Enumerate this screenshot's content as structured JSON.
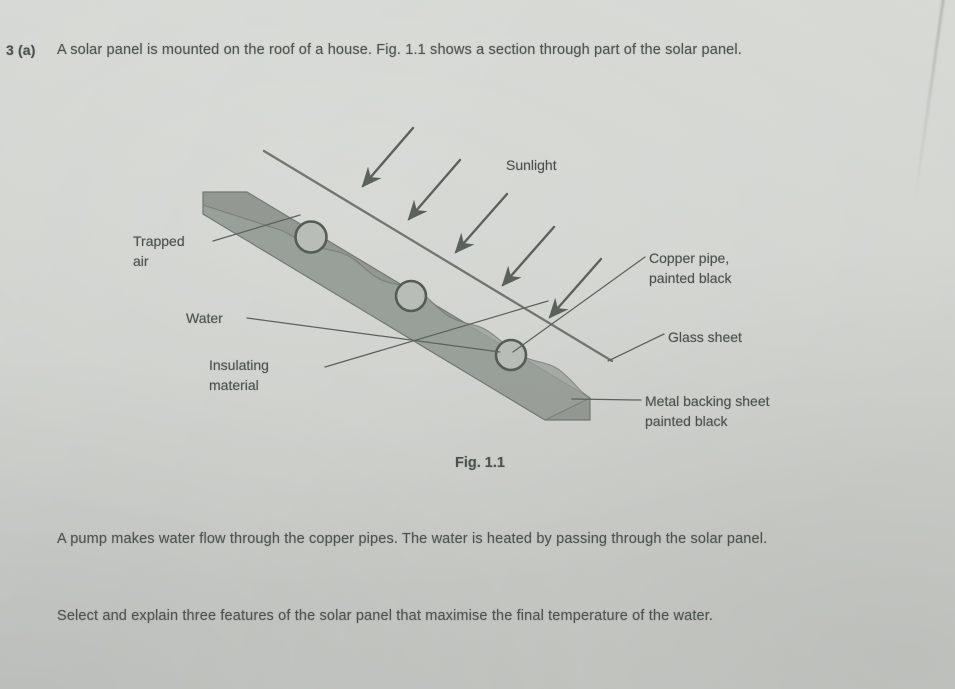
{
  "page": {
    "background_color": "#cfd2cd",
    "ink_color": "#4a514c"
  },
  "question": {
    "number": "3 (a)",
    "stem": "A solar panel is mounted on the roof of a house. Fig. 1.1 shows a section through part of the solar panel.",
    "paragraph_1": "A pump makes water flow through the copper pipes. The water is heated by passing through the solar panel.",
    "paragraph_2": "Select and explain three features of the solar panel that maximise the final temperature of the water."
  },
  "figure": {
    "caption": "Fig. 1.1",
    "labels": {
      "trapped_air": "Trapped\nair",
      "water": "Water",
      "insulating_material": "Insulating\nmaterial",
      "sunlight": "Sunlight",
      "copper_pipe": "Copper pipe,\npainted black",
      "glass_sheet": "Glass sheet",
      "metal_backing": "Metal backing sheet\npainted black"
    },
    "elements": {
      "sunlight_arrow_count": 5,
      "copper_pipe_count": 3,
      "panel_fill_color": "#8e938d",
      "line_color": "#5b625c"
    }
  }
}
